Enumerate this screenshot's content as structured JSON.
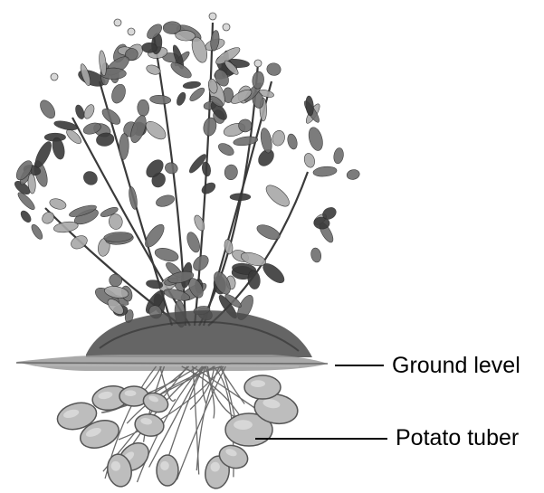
{
  "labels": {
    "ground_level": "Ground level",
    "potato_tuber": "Potato tuber"
  },
  "illustration": {
    "subject": "potato-plant-icon",
    "style": "grayscale"
  },
  "colors": {
    "leaf_dark": "#3a3a3a",
    "leaf_mid": "#6e6e6e",
    "leaf_light": "#a8a8a8",
    "soil": "#4a4a4a",
    "ground_line": "#8a8a8a",
    "tuber_fill": "#bdbdbd",
    "tuber_edge": "#555555",
    "root": "#6a6a6a",
    "leader_line": "#000000",
    "text": "#000000"
  }
}
